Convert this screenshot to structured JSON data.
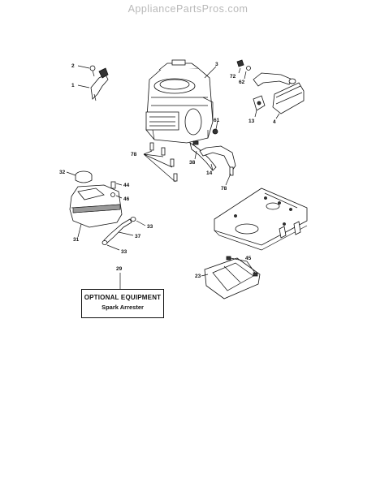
{
  "watermark": "AppliancePartsPros.com",
  "callouts": {
    "c1": "1",
    "c2": "2",
    "c3": "3",
    "c4": "4",
    "c13": "13",
    "c14": "14",
    "c23": "23",
    "c29": "29",
    "c31": "31",
    "c32": "32",
    "c33a": "33",
    "c33b": "33",
    "c37": "37",
    "c38": "38",
    "c44": "44",
    "c45": "45",
    "c46": "46",
    "c61": "61",
    "c62": "62",
    "c72": "72",
    "c78a": "78",
    "c78b": "78"
  },
  "optional_box": {
    "title": "OPTIONAL EQUIPMENT",
    "subtitle": "Spark Arrester"
  },
  "colors": {
    "watermark": "#b9b9b9",
    "ink": "#111111"
  }
}
